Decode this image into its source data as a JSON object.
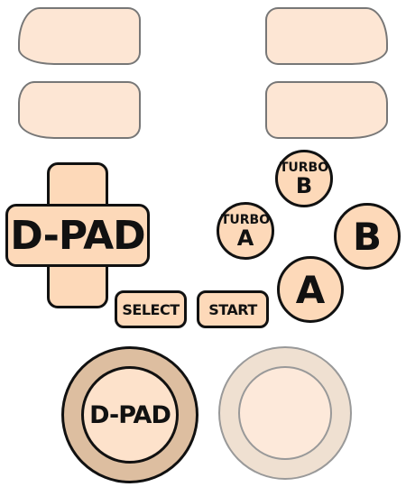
{
  "colors": {
    "button_fill": "#fdd9b9",
    "button_outline": "#111111",
    "shoulder_fill": "#fde6d4",
    "shoulder_outline": "#777777",
    "analog_left_ring": "#ddbea0",
    "analog_right_ring": "#efe0d1",
    "background": "#ffffff"
  },
  "shoulders": {
    "l2": "",
    "l1": "",
    "r2": "",
    "r1": ""
  },
  "dpad": {
    "label": "D-PAD"
  },
  "face_buttons": {
    "turbo_b": {
      "word": "TURBO",
      "letter": "B"
    },
    "turbo_a": {
      "word": "TURBO",
      "letter": "A"
    },
    "b": "B",
    "a": "A"
  },
  "center_buttons": {
    "select": "SELECT",
    "start": "START"
  },
  "analog": {
    "left_label": "D-PAD",
    "right_label": ""
  }
}
